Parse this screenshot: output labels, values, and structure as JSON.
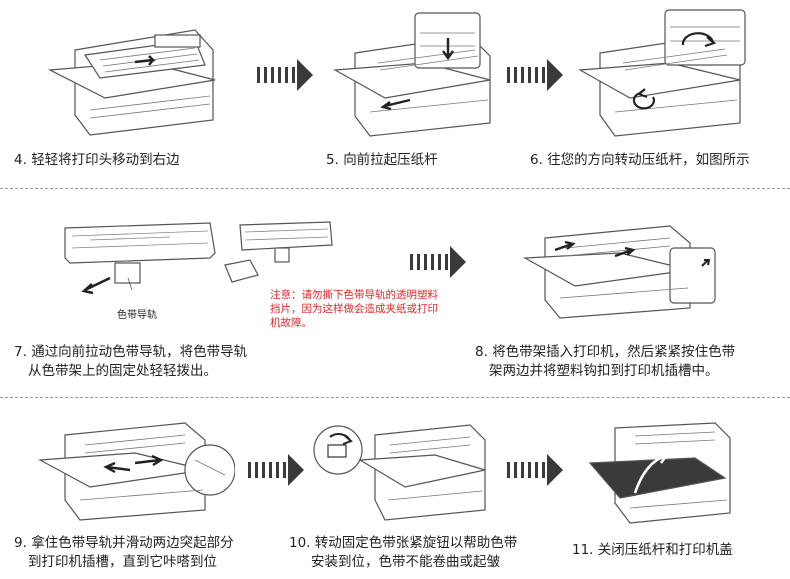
{
  "steps": {
    "s4": {
      "num": "4.",
      "line1": "轻轻将打印头移动到右边"
    },
    "s5": {
      "num": "5.",
      "line1": "向前拉起压纸杆"
    },
    "s6": {
      "num": "6.",
      "line1": "往您的方向转动压纸杆，如图所示"
    },
    "s7": {
      "num": "7.",
      "line1": "通过向前拉动色带导轨，将色带导轨",
      "line2": "从色带架上的固定处轻轻拨出。"
    },
    "s8": {
      "num": "8.",
      "line1": "将色带架插入打印机，然后紧紧按住色带",
      "line2": "架两边并将塑料钩扣到打印机插槽中。"
    },
    "s9": {
      "num": "9.",
      "line1": "拿住色带导轨并滑动两边突起部分",
      "line2": "到打印机插槽，直到它咔嗒到位"
    },
    "s10": {
      "num": "10.",
      "line1": "转动固定色带张紧旋钮以帮助色带",
      "line2": "安装到位，色带不能卷曲或起皱"
    },
    "s11": {
      "num": "11.",
      "line1": "关闭压纸杆和打印机盖"
    }
  },
  "labels": {
    "ribbon_guide": "色带导轨"
  },
  "note": {
    "text": "注意：请勿撕下色带导轨的透明塑料挡片，因为这样做会造成夹纸或打印机故障。"
  },
  "colors": {
    "note": "#e0282c",
    "arrow": "#3a3a3a",
    "line": "#555555"
  }
}
